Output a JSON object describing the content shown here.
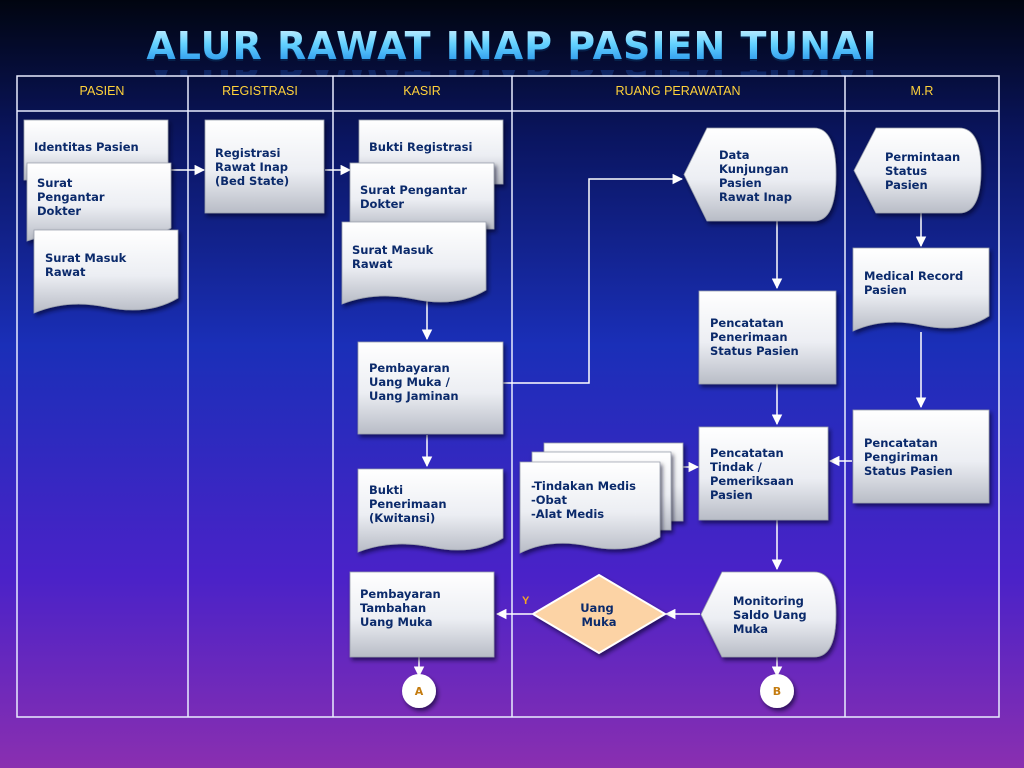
{
  "title": "ALUR RAWAT INAP PASIEN TUNAI",
  "lanes": [
    "PASIEN",
    "REGISTRASI",
    "KASIR",
    "RUANG PERAWATAN",
    "M.R"
  ],
  "nodes": {
    "identitas_pasien": [
      "Identitas Pasien"
    ],
    "surat_pengantar_dokter": [
      "Surat",
      "Pengantar",
      "Dokter"
    ],
    "surat_masuk_rawat": [
      "Surat Masuk",
      "Rawat"
    ],
    "registrasi_rawat_inap": [
      "Registrasi",
      "Rawat Inap",
      "(Bed State)"
    ],
    "bukti_registrasi": [
      "Bukti Registrasi"
    ],
    "kasir_surat_pengantar": [
      "Surat Pengantar",
      "Dokter"
    ],
    "kasir_surat_masuk": [
      "Surat Masuk",
      "Rawat"
    ],
    "pembayaran_uang_muka": [
      "Pembayaran",
      "Uang Muka /",
      "Uang Jaminan"
    ],
    "bukti_penerimaan": [
      "Bukti",
      "Penerimaan",
      "(Kwitansi)"
    ],
    "pembayaran_tambahan": [
      "Pembayaran",
      "Tambahan",
      "Uang Muka"
    ],
    "data_kunjungan": [
      "Data",
      "Kunjungan",
      "Pasien",
      "Rawat Inap"
    ],
    "pencatatan_penerimaan": [
      "Pencatatan",
      "Penerimaan",
      "Status Pasien"
    ],
    "pencatatan_tindak": [
      "Pencatatan",
      "Tindak /",
      "Pemeriksaan",
      "Pasien"
    ],
    "tindakan_medis": [
      "-Tindakan Medis",
      "-Obat",
      "-Alat Medis"
    ],
    "uang_muka": [
      "Uang",
      "Muka"
    ],
    "monitoring_saldo": [
      "Monitoring",
      "Saldo Uang",
      "Muka"
    ],
    "permintaan_status": [
      "Permintaan",
      "Status",
      "Pasien"
    ],
    "medical_record": [
      "Medical Record",
      "Pasien"
    ],
    "pencatatan_pengiriman": [
      "Pencatatan",
      "Pengiriman",
      "Status Pasien"
    ]
  },
  "connectors": {
    "a": "A",
    "b": "B"
  },
  "decision_label_y": "Y",
  "colors": {
    "header_text": "#ffd23a",
    "shape_text": "#0b2a6b",
    "decision_fill": "#fcd3a5",
    "line": "#ffffff"
  }
}
